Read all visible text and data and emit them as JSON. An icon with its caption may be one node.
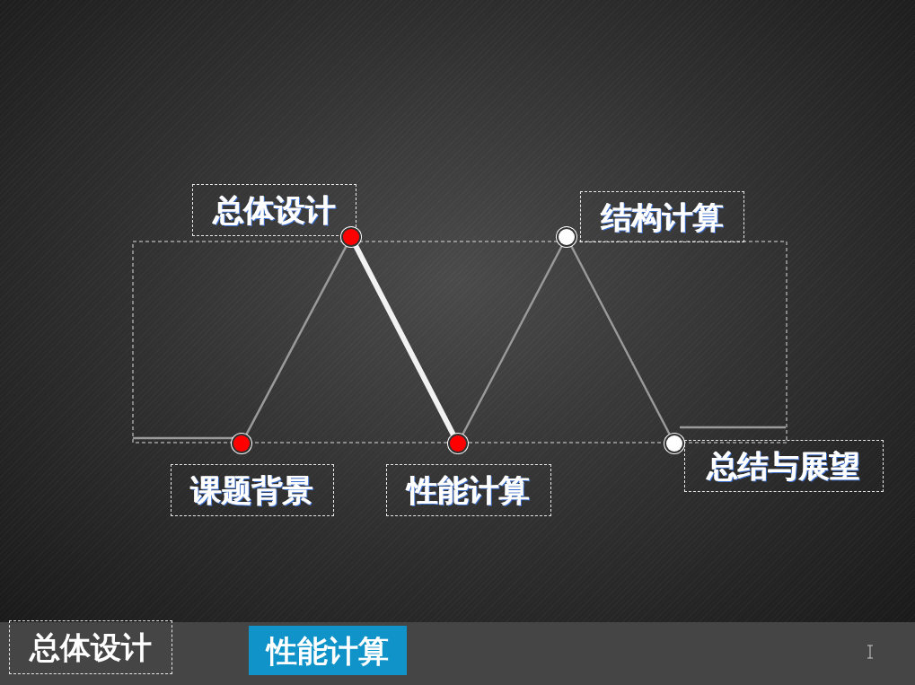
{
  "diagram": {
    "nodes": [
      {
        "text": [
          "总体设计"
        ]
      },
      {
        "text": [
          "结构计算"
        ]
      },
      {
        "text": [
          "课题背景"
        ]
      },
      {
        "text": [
          "性能计算"
        ]
      },
      {
        "text": [
          "总结与展望"
        ]
      },
      {
        "text": [],
        "shape": "circle"
      },
      {
        "text": [],
        "shape": "circle"
      },
      {
        "text": [],
        "shape": "circle"
      },
      {
        "text": [],
        "shape": "circle"
      },
      {
        "text": [],
        "shape": "circle"
      },
      {
        "text": [
          "总体设计"
        ]
      },
      {
        "text": [
          "性能计算"
        ]
      }
    ],
    "edges": [
      {
        "from": null,
        "to": 5,
        "arrow": "none"
      },
      {
        "from": 5,
        "to": 6,
        "arrow": "none"
      },
      {
        "from": 6,
        "to": 7,
        "arrow": "none",
        "style": "thick",
        "color": "#f2f2f2"
      },
      {
        "from": 7,
        "to": 8,
        "arrow": "none"
      },
      {
        "from": 8,
        "to": 9,
        "arrow": "none"
      },
      {
        "from": 9,
        "to": null,
        "arrow": "none"
      }
    ]
  }
}
